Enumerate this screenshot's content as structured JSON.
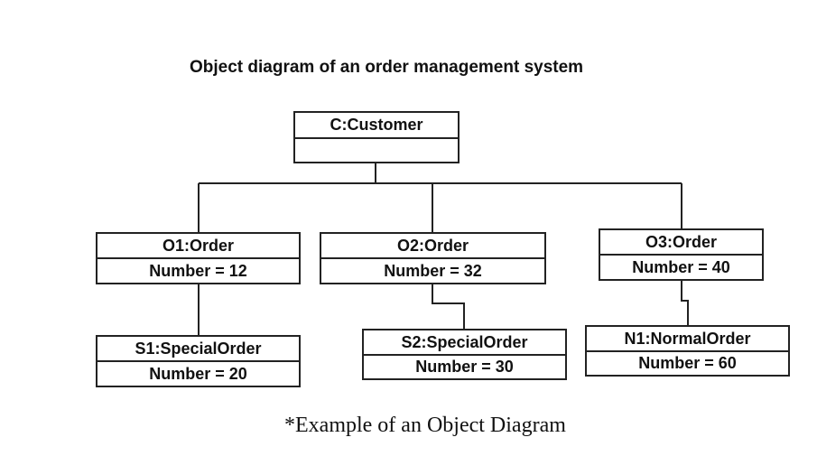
{
  "diagram": {
    "title": "Object diagram of an order management system",
    "caption": "*Example of an Object Diagram",
    "objects": {
      "customer": {
        "name": "C:Customer",
        "attribute": ""
      },
      "o1": {
        "name": "O1:Order",
        "attribute": "Number = 12"
      },
      "o2": {
        "name": "O2:Order",
        "attribute": "Number = 32"
      },
      "o3": {
        "name": "O3:Order",
        "attribute": "Number = 40"
      },
      "s1": {
        "name": "S1:SpecialOrder",
        "attribute": "Number = 20"
      },
      "s2": {
        "name": "S2:SpecialOrder",
        "attribute": "Number = 30"
      },
      "n1": {
        "name": "N1:NormalOrder",
        "attribute": "Number = 60"
      }
    },
    "links": [
      {
        "from": "customer",
        "to": "o1"
      },
      {
        "from": "customer",
        "to": "o2"
      },
      {
        "from": "customer",
        "to": "o3"
      },
      {
        "from": "o1",
        "to": "s1"
      },
      {
        "from": "o2",
        "to": "s2"
      },
      {
        "from": "o3",
        "to": "n1"
      }
    ]
  }
}
